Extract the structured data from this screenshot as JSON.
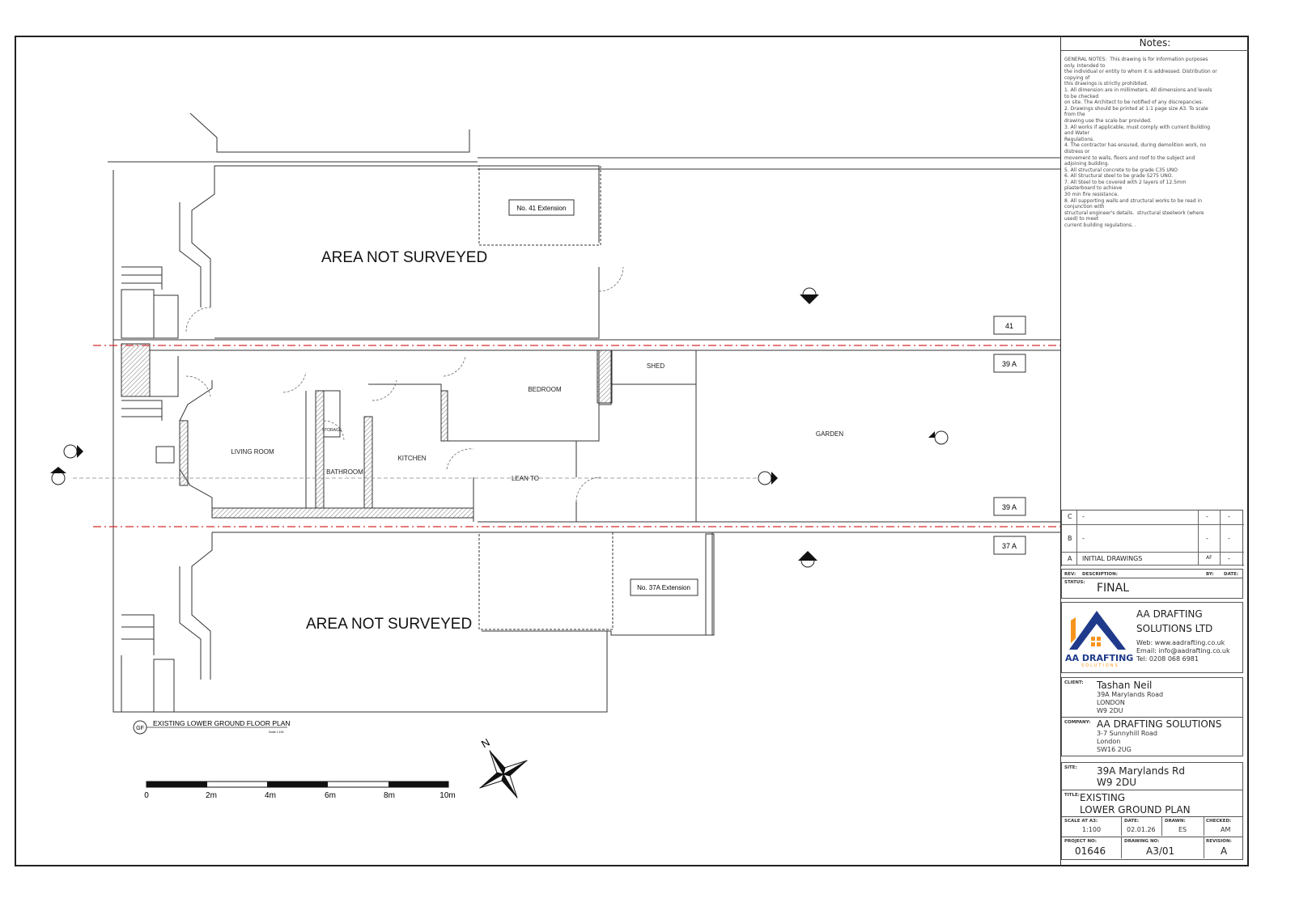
{
  "plan": {
    "area_not_surveyed_top": "AREA NOT SURVEYED",
    "area_not_surveyed_bottom": "AREA NOT SURVEYED",
    "no41_extension": "No. 41 Extension",
    "no37a_extension": "No. 37A Extension",
    "rooms": {
      "bedroom": "BEDROOM",
      "shed": "SHED",
      "garden": "GARDEN",
      "living_room": "LIVING ROOM",
      "storage": "STORAGE",
      "bathroom": "BATHROOM",
      "kitchen": "KITCHEN",
      "lean_to": "LEAN TO"
    },
    "boundary_tags": [
      "41",
      "39 A",
      "39 A",
      "37 A"
    ],
    "drawing_title": "EXISTING LOWER GROUND FLOOR  PLAN",
    "drawing_tag": "GF",
    "drawing_scale": "Scale  1:100",
    "scale_bar": [
      "0",
      "2m",
      "4m",
      "6m",
      "8m",
      "10m"
    ],
    "north": "N"
  },
  "notes": {
    "heading": "Notes:",
    "text": "GENERAL NOTES:  This drawing is for information purposes only. Intended to\nthe individual or entity to whom it is addressed. Distribution or copying of\nthis drawings is strictly prohibited.\n1. All dimension are in millimeters. All dimensions and levels to be checked\non site. The Architect to be notified of any discrepancies.\n2. Drawings should be printed at 1:1 page size A3. To scale from the\ndrawing use the scale bar provided.\n3. All works if applicable, must comply with current Building and Water\nRegulations.\n4. The contractor has ensured, during demolition work, no distress or\nmovement to walls, floors and roof to the subject and adjoining building.\n5. All structural concrete to be grade C35 UNO\n6. All Structural steel to be grade S275 UNO.\n7. All Steel to be covered with 2 layers of 12.5mm plasterboard to achieve\n30 min fire resistance.\n8. All supporting walls and structural works to be read in conjunction with\nstructural engineer's details.  structural steelwork (where used) to meet\ncurrent building regulations. ."
  },
  "revisions": [
    {
      "rev": "C",
      "description": "-",
      "by": "-",
      "date": "-"
    },
    {
      "rev": "B",
      "description": "-",
      "by": "-",
      "date": "-"
    },
    {
      "rev": "A",
      "description": "INITIAL DRAWINGS",
      "by": "AF",
      "date": "-"
    }
  ],
  "rev_headers": {
    "rev": "REV:",
    "description": "DESCRIPTION:",
    "by": "BY:",
    "date": "DATE:"
  },
  "status": {
    "label": "STATUS:",
    "value": "FINAL"
  },
  "company_block": {
    "logo_text": "AA DRAFTING",
    "logo_sub": "SOLUTIONS",
    "name_line1": "AA DRAFTING",
    "name_line2": "SOLUTIONS LTD",
    "web": "Web:   www.aadrafting.co.uk",
    "email": "Email:  info@aadrafting.co.uk",
    "tel": "Tel:      0208 068 6981",
    "accent": "#f7941d",
    "brand": "#1f3a8a"
  },
  "client": {
    "label": "CLIENT:",
    "name": "Tashan Neil",
    "line1": "39A Marylands Road",
    "line2": "LONDON",
    "line3": "W9 2DU"
  },
  "company": {
    "label": "COMPANY:",
    "name": "AA DRAFTING SOLUTIONS",
    "line1": "3-7 Sunnyhill Road",
    "line2": "London",
    "line3": "SW16 2UG"
  },
  "site": {
    "label": "SITE:",
    "line1": "39A Marylands Rd",
    "line2": "W9 2DU"
  },
  "title": {
    "label": "TITLE:",
    "line1": "EXISTING",
    "line2": "LOWER GROUND PLAN"
  },
  "meta": {
    "scale_label": "SCALE AT A3:",
    "scale": "1:100",
    "date_label": "DATE:",
    "date": "02.01.26",
    "drawn_label": "DRAWN:",
    "drawn": "ES",
    "checked_label": "CHECKED:",
    "checked": "AM",
    "project_label": "PROJECT NO:",
    "project": "01646",
    "drawing_label": "DRAWING NO:",
    "drawing": "A3/01",
    "revision_label": "REVISION:",
    "revision": "A"
  }
}
